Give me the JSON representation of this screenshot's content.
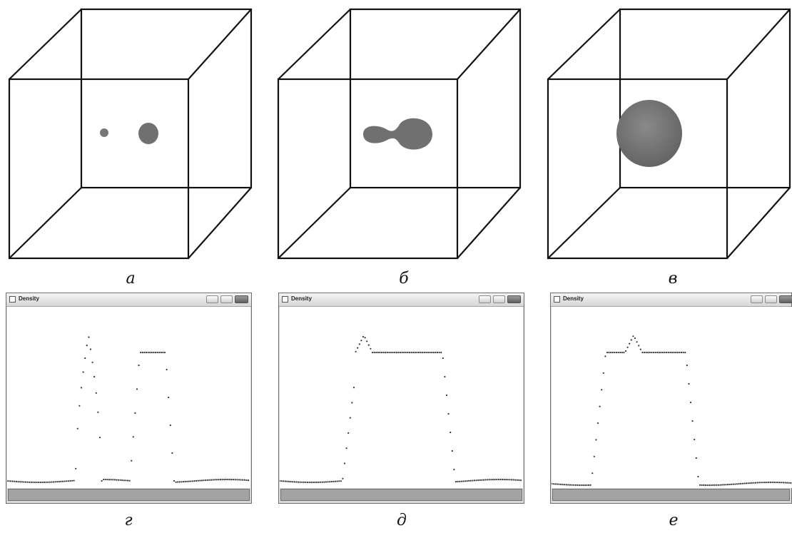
{
  "panels": [
    {
      "id": "a",
      "caption": "а",
      "blobs": "two-separate-droplets"
    },
    {
      "id": "b",
      "caption": "б",
      "blobs": "merging-droplets"
    },
    {
      "id": "c",
      "caption": "в",
      "blobs": "single-merged-droplet"
    }
  ],
  "windows": [
    {
      "id": "d",
      "title": "Density",
      "caption": "г"
    },
    {
      "id": "e",
      "title": "Density",
      "caption": "д"
    },
    {
      "id": "f",
      "title": "Density",
      "caption": "е"
    }
  ],
  "colors": {
    "blob": "#777777",
    "frame": "#111111",
    "dots": "#333333"
  }
}
